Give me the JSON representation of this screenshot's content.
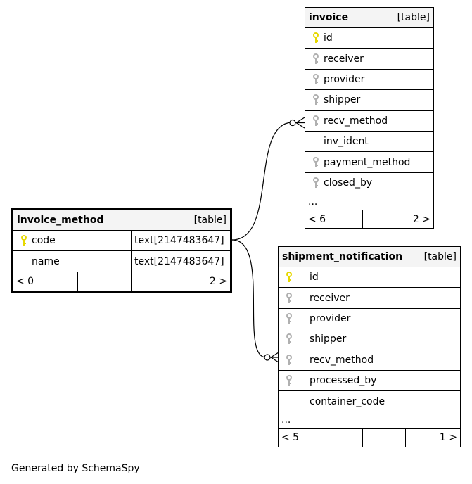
{
  "colors": {
    "primary_key": "#e6d800",
    "foreign_key": "#b0b0b0"
  },
  "invoice": {
    "name": "invoice",
    "type": "[table]",
    "columns": [
      {
        "name": "id",
        "key": "primary"
      },
      {
        "name": "receiver",
        "key": "foreign"
      },
      {
        "name": "provider",
        "key": "foreign"
      },
      {
        "name": "shipper",
        "key": "foreign"
      },
      {
        "name": "recv_method",
        "key": "foreign"
      },
      {
        "name": "inv_ident",
        "key": "none"
      },
      {
        "name": "payment_method",
        "key": "foreign"
      },
      {
        "name": "closed_by",
        "key": "foreign"
      }
    ],
    "more": "...",
    "parents": "< 6",
    "middle": "",
    "children": "2 >"
  },
  "invoice_method": {
    "name": "invoice_method",
    "type": "[table]",
    "columns": [
      {
        "name": "code",
        "key": "primary",
        "dtype": "text[2147483647]"
      },
      {
        "name": "name",
        "key": "none",
        "dtype": "text[2147483647]"
      }
    ],
    "parents": "< 0",
    "middle": "",
    "children": "2 >"
  },
  "shipment_notification": {
    "name": "shipment_notification",
    "type": "[table]",
    "columns": [
      {
        "name": "id",
        "key": "primary"
      },
      {
        "name": "receiver",
        "key": "foreign"
      },
      {
        "name": "provider",
        "key": "foreign"
      },
      {
        "name": "shipper",
        "key": "foreign"
      },
      {
        "name": "recv_method",
        "key": "foreign"
      },
      {
        "name": "processed_by",
        "key": "foreign"
      },
      {
        "name": "container_code",
        "key": "none"
      }
    ],
    "more": "...",
    "parents": "< 5",
    "middle": "",
    "children": "1 >"
  },
  "footer": "Generated by SchemaSpy"
}
